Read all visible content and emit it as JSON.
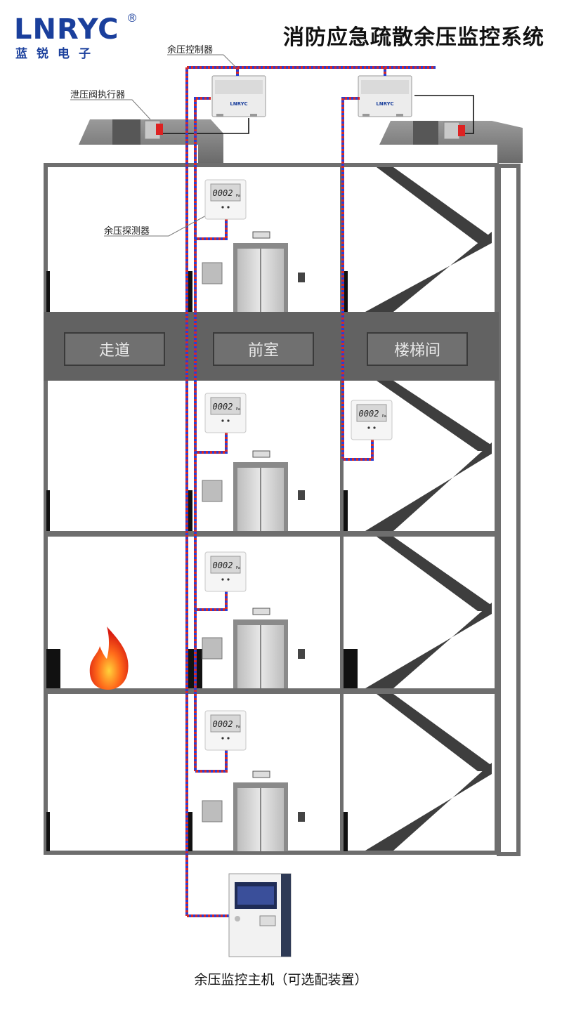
{
  "logo": {
    "text": "LNRYC",
    "registered": "®",
    "cn": "蓝锐电子"
  },
  "title": "消防应急疏散余压监控系统",
  "labels": {
    "controller": "余压控制器",
    "valve_actuator": "泄压阀执行器",
    "detector": "余压探测器"
  },
  "zones": {
    "corridor": "走道",
    "antechamber": "前室",
    "stairwell": "楼梯间"
  },
  "detector_reading": "0002",
  "detector_unit": "Pa",
  "controller_brand": "LNRYC",
  "host_caption": "余压监控主机（可选配装置）",
  "colors": {
    "wire_red": "#d42a2a",
    "wire_blue": "#2a3fd4",
    "structure": "#6e6e6e",
    "logo_blue": "#1a3f9c"
  }
}
